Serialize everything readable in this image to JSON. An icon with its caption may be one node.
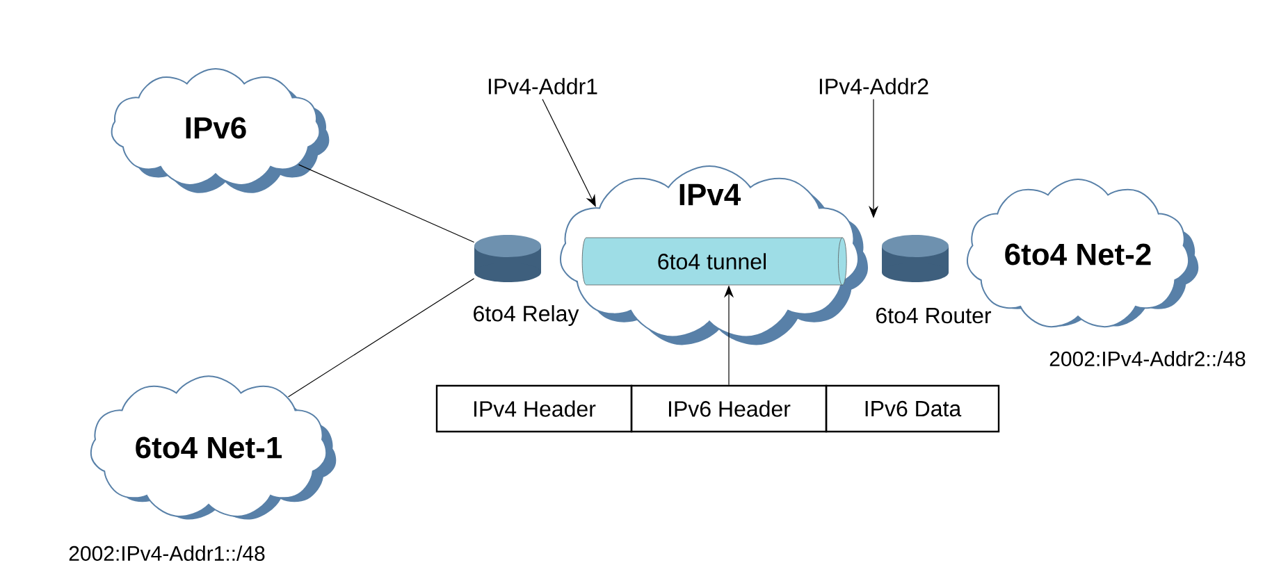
{
  "diagram": {
    "nodes": [
      {
        "text": [
          "IPv6"
        ]
      },
      {
        "text": [
          "6to4 Net-1"
        ],
        "beside": [
          "2002:IPv4-Addr1::/48"
        ]
      },
      {
        "text": [
          "6to4 Relay"
        ]
      },
      {
        "text": [
          "IPv4"
        ]
      },
      {
        "text": [
          "6to4 tunnel"
        ],
        "in": 3
      },
      {
        "text": [
          "6to4 Router"
        ]
      },
      {
        "text": [
          "6to4 Net-2"
        ],
        "beside": [
          "2002:IPv4-Addr2::/48"
        ]
      },
      {
        "text": [
          "IPv4-Addr1"
        ]
      },
      {
        "text": [
          "IPv4-Addr2"
        ]
      },
      {
        "text": [
          "IPv4 Header"
        ]
      },
      {
        "text": [
          "IPv6 Header"
        ]
      },
      {
        "text": [
          "IPv6 Data"
        ]
      }
    ],
    "edges": [
      {
        "from": 0,
        "to": 2,
        "arrow": "none"
      },
      {
        "from": 1,
        "to": 2,
        "arrow": "none"
      },
      {
        "from": 7,
        "to": 3,
        "arrow": "to"
      },
      {
        "from": 8,
        "to": null,
        "arrow": "to"
      },
      {
        "from": 10,
        "to": 4,
        "arrow": "to"
      }
    ]
  }
}
